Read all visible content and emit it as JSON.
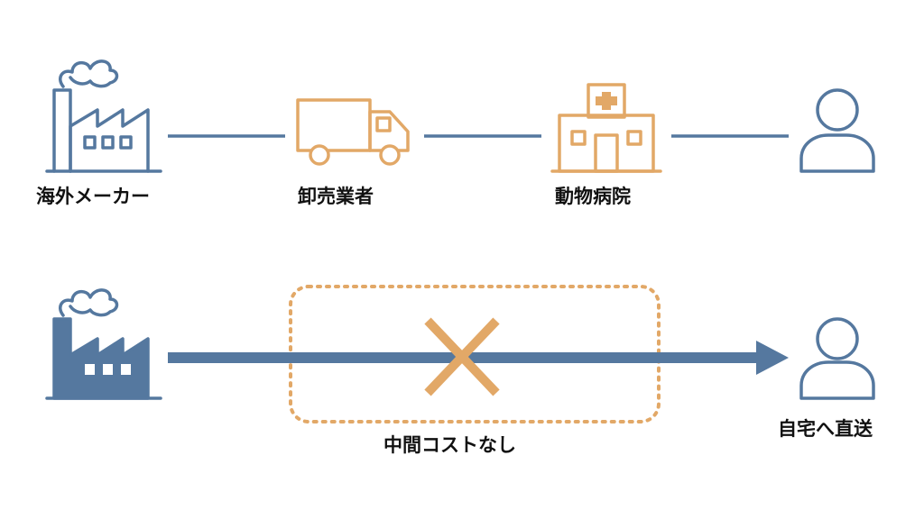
{
  "colors": {
    "blue": "#55789F",
    "blue_fill": "#55789F",
    "orange": "#E2A867",
    "text": "#111111"
  },
  "top_row": {
    "nodes": [
      {
        "icon": "factory-icon",
        "label": "海外メーカー"
      },
      {
        "icon": "truck-icon",
        "label": "卸売業者"
      },
      {
        "icon": "hospital-icon",
        "label": "動物病院"
      },
      {
        "icon": "person-icon",
        "label": ""
      }
    ]
  },
  "bottom_row": {
    "source_icon": "factory-filled-icon",
    "target_icon": "person-icon",
    "target_label": "自宅へ直送",
    "skipped_box_label": "中間コストなし",
    "skipped_mark_icon": "cross-icon"
  }
}
